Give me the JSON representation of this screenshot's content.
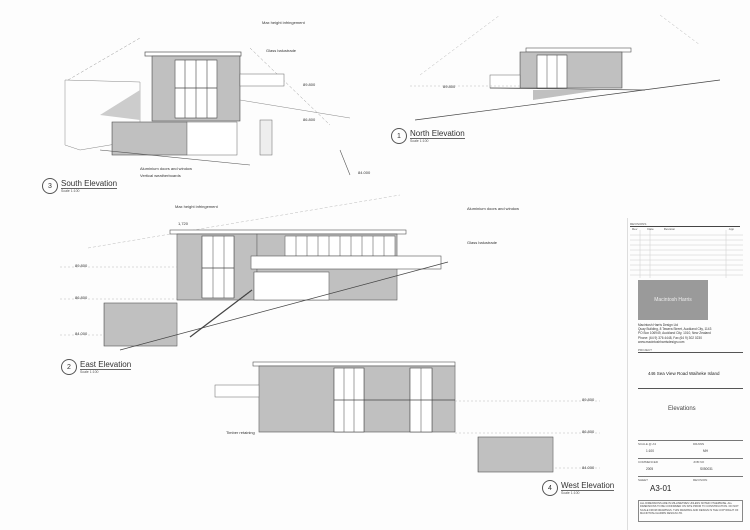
{
  "drawing": {
    "sheet_number": "A3-01",
    "drawing_title": "Elevations",
    "project_address": "446 Sea View Road Waiheke Island"
  },
  "south_elevation": {
    "number": "3",
    "title": "South Elevation",
    "scale": "Scale 1:100",
    "annotations": [
      "Max height infringement",
      "Glass balustrade",
      "Aluminium doors and window",
      "Vertical weatherboards"
    ],
    "levels": [
      "89.800",
      "86.800",
      "84.000"
    ]
  },
  "north_elevation": {
    "number": "1",
    "title": "North Elevation",
    "scale": "Scale 1:100",
    "levels": [
      "89.800"
    ]
  },
  "east_elevation": {
    "number": "2",
    "title": "East Elevation",
    "scale": "Scale 1:100",
    "annotations": [
      "Max height infringement",
      "Aluminium doors and window",
      "Glass balustrade"
    ],
    "levels": [
      "89.800",
      "86.800",
      "84.000"
    ],
    "dimension": "1,720"
  },
  "west_elevation": {
    "number": "4",
    "title": "West Elevation",
    "scale": "Scale 1:100",
    "annotations": [
      "Timber retaining"
    ],
    "levels": [
      "89.800",
      "86.800",
      "84.000"
    ]
  },
  "title_block": {
    "revision_header": "REVISIONS",
    "revision_columns": [
      "Rev",
      "Date",
      "Revision",
      "App"
    ],
    "firm_logo": "Macintosh Harris",
    "firm_address": [
      "Macintosh Harris Design Ltd",
      "Quay Building, 8 Tawera Street, Auckland City, 1143",
      "PO Box 106949, Auckland City, 1010, New Zealand",
      "Phone: (64 9) 376 4448, Fax (64 9) 302 0230",
      "www.macintoshharrisdesign.com"
    ],
    "project_label": "PROJECT",
    "fields": [
      {
        "label": "SCALE @ A3",
        "value": "1:100"
      },
      {
        "label": "DRAWN",
        "value": "MH"
      },
      {
        "label": "COMMENCED",
        "value": "2005"
      },
      {
        "label": "JOB NO",
        "value": "S050031"
      },
      {
        "label": "SHEET",
        "value": "A3-01"
      },
      {
        "label": "REVISION",
        "value": ""
      }
    ],
    "notes": "ALL DIMENSIONS ARE IN MILLIMETRES UNLESS NOTED OTHERWISE. ALL DIMENSIONS TO BE CONFIRMED ON SITE PRIOR TO CONSTRUCTION. DO NOT SCALE FROM DRAWINGS. THIS DRAWING AND DESIGN IS THE COPYRIGHT OF MACINTOSH HARRIS DESIGN LTD."
  }
}
